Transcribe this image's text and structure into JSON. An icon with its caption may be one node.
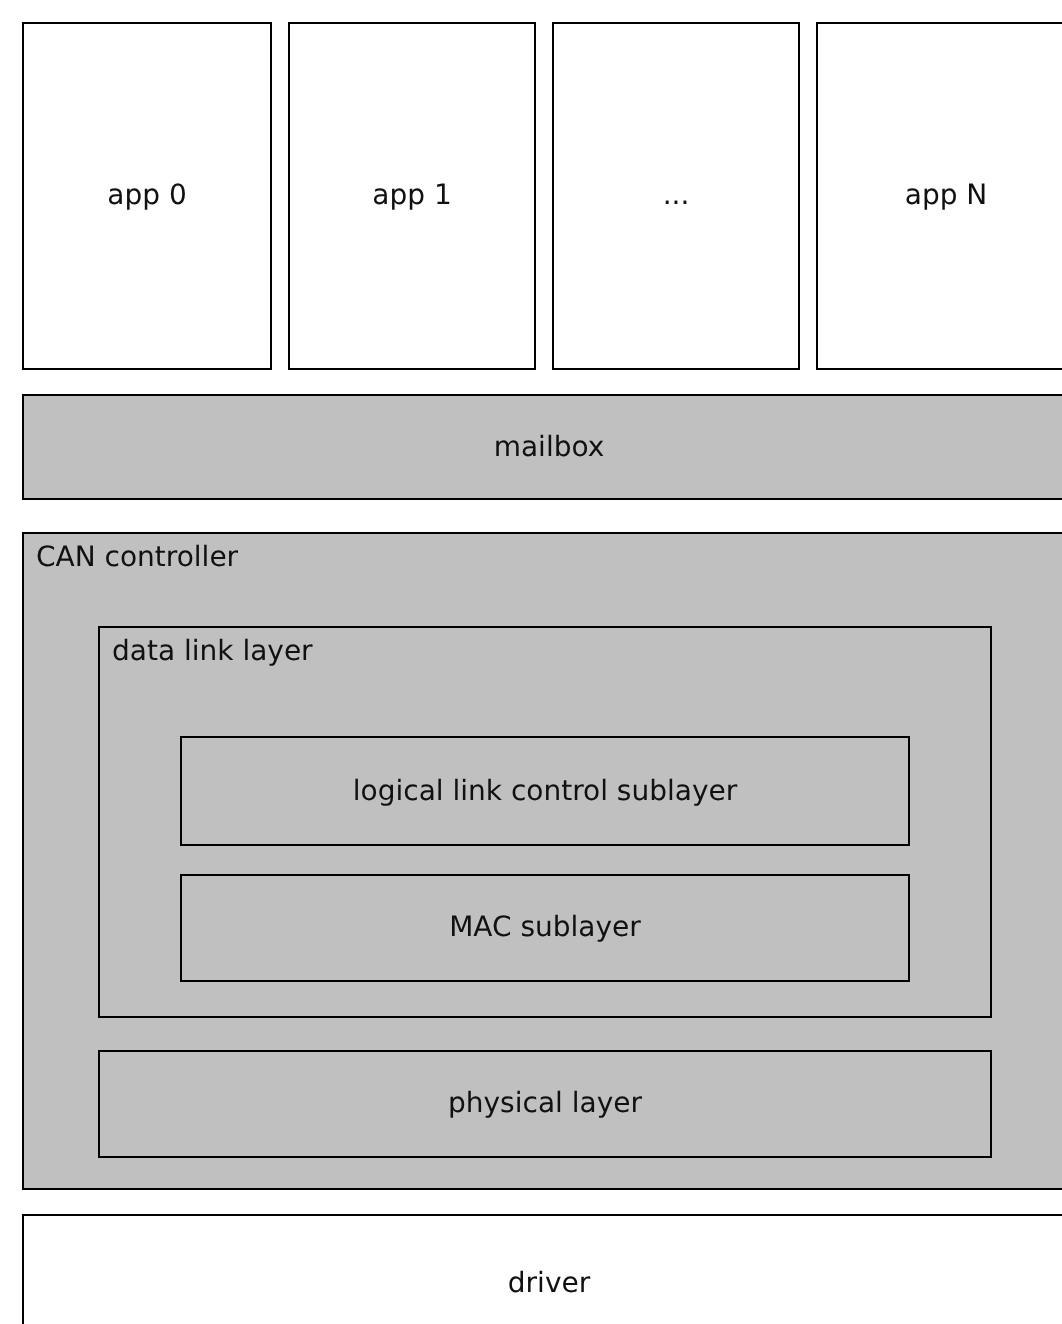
{
  "diagram": {
    "nodes": [
      {
        "text": [
          "app 0"
        ]
      },
      {
        "text": [
          "app 1"
        ]
      },
      {
        "text": [
          "..."
        ]
      },
      {
        "text": [
          "app N"
        ]
      },
      {
        "text": [
          "mailbox"
        ]
      },
      {
        "text": [
          "CAN controller"
        ]
      },
      {
        "text": [
          "data link layer"
        ],
        "in": 5
      },
      {
        "text": [
          "logical link control sublayer"
        ],
        "in": 6
      },
      {
        "text": [
          "MAC sublayer"
        ],
        "in": 6
      },
      {
        "text": [
          "physical layer"
        ],
        "in": 5
      },
      {
        "text": [
          "driver"
        ]
      }
    ]
  }
}
